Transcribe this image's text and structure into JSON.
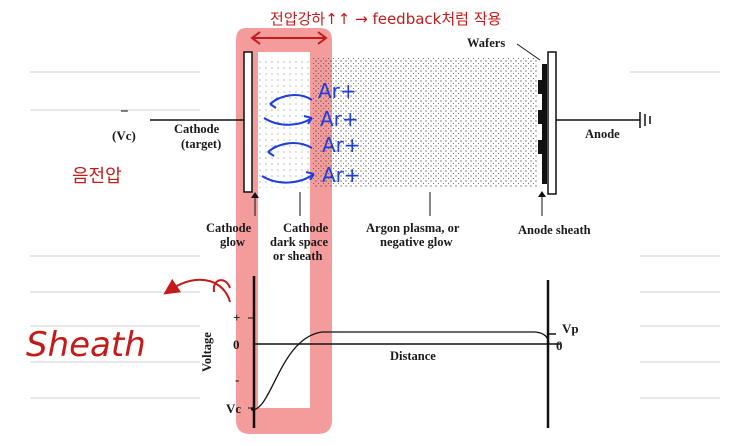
{
  "diagram": {
    "labels": {
      "vc_sign": "−",
      "vc": "(Vc)",
      "cathode": "Cathode",
      "cathode_target": "(target)",
      "wafers": "Wafers",
      "anode": "Anode",
      "cathode_glow_1": "Cathode",
      "cathode_glow_2": "glow",
      "dark_space_1": "Cathode",
      "dark_space_2": "dark space",
      "dark_space_3": "or sheath",
      "plasma_1": "Argon plasma, or",
      "plasma_2": "negative glow",
      "anode_sheath": "Anode sheath"
    },
    "plot": {
      "ylabel": "Voltage",
      "plus": "+",
      "zero_left": "0",
      "minus": "-",
      "vc_tick": "Vc",
      "xlabel": "Distance",
      "vp": "Vp",
      "zero_right": "0"
    },
    "annotations": {
      "top_note": "전압강하↑↑ → feedback처럼 작용",
      "negative_voltage": "음전압",
      "sheath": "Sheath",
      "ions": [
        "Ar+",
        "Ar+",
        "Ar+",
        "Ar+"
      ]
    },
    "colors": {
      "highlight": "#f28b8b",
      "annotation_red": "#c41a1a",
      "annotation_blue": "#1f3fd8",
      "ruled_line": "#d0d0d0"
    }
  }
}
